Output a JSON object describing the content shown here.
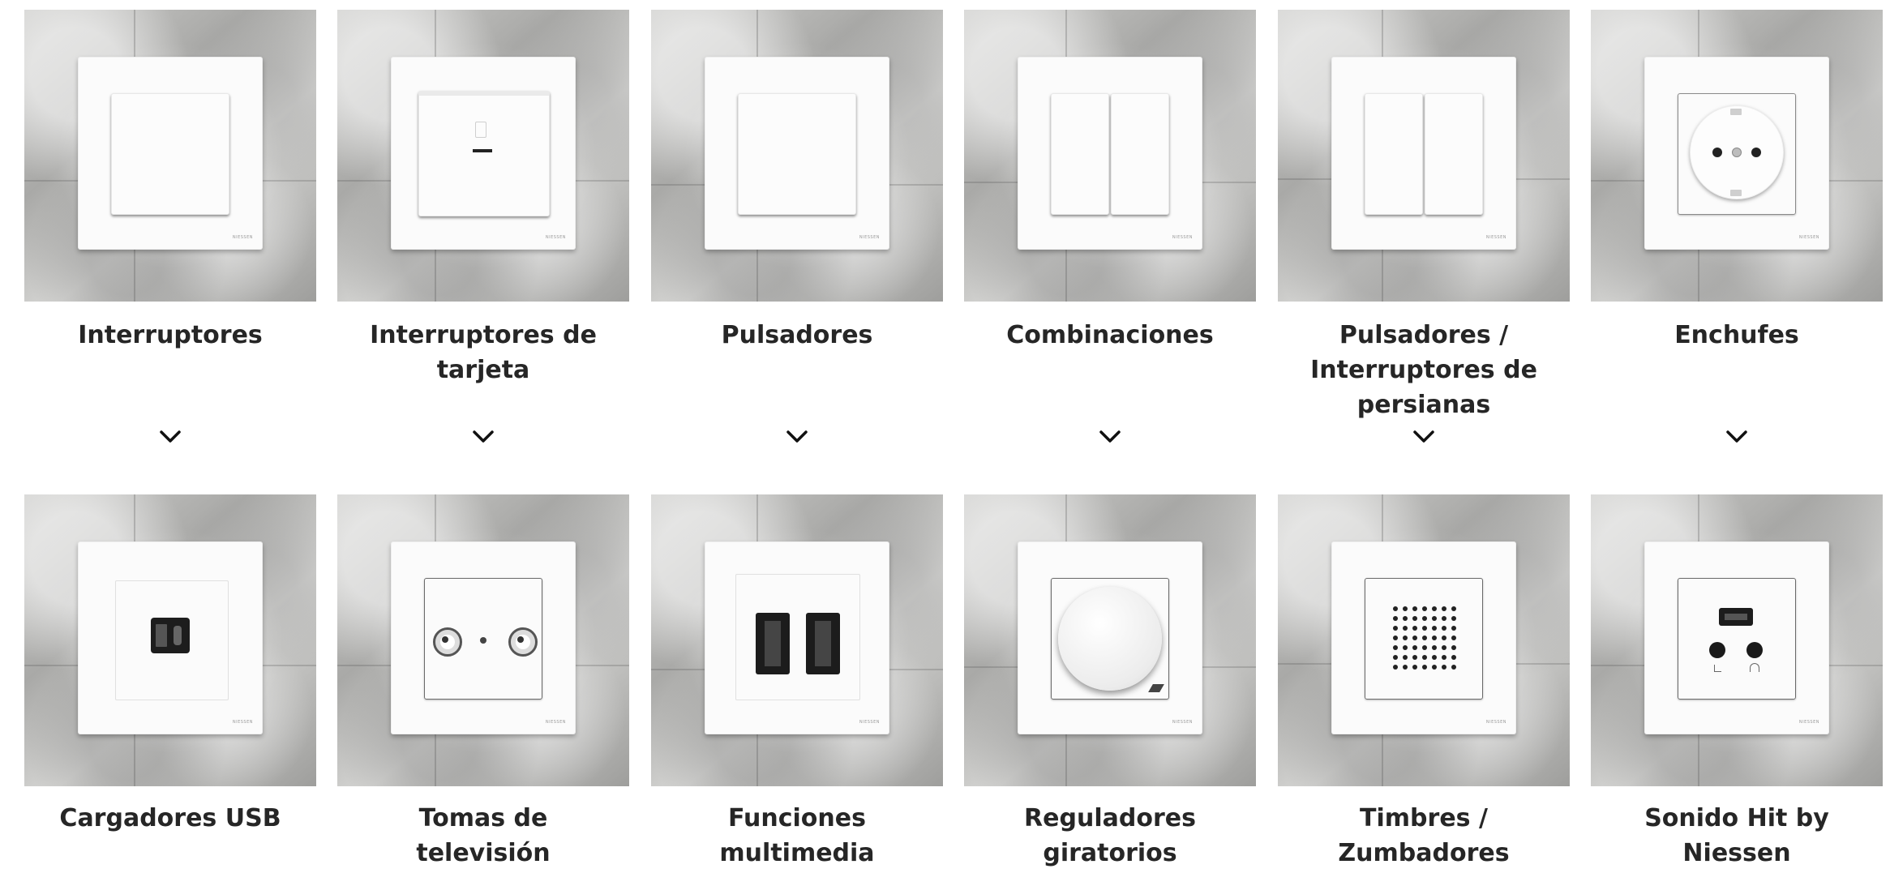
{
  "colors": {
    "title": "#262626",
    "chevron": "#111111",
    "plate": "#fbfbfb"
  },
  "row1": [
    {
      "label": "Interruptores",
      "image": "single-rocker-switch",
      "icon": "chevron-down-icon"
    },
    {
      "label": "Interruptores de\ntarjeta",
      "image": "keycard-switch",
      "icon": "chevron-down-icon"
    },
    {
      "label": "Pulsadores",
      "image": "single-push-button",
      "icon": "chevron-down-icon"
    },
    {
      "label": "Combinaciones",
      "image": "double-rocker-switch",
      "icon": "chevron-down-icon"
    },
    {
      "label": "Pulsadores /\nInterruptores de\npersianas",
      "image": "double-blind-switch",
      "icon": "chevron-down-icon"
    },
    {
      "label": "Enchufes",
      "image": "schuko-socket",
      "icon": "chevron-down-icon"
    }
  ],
  "row2": [
    {
      "label": "Cargadores USB",
      "image": "usb-charger"
    },
    {
      "label": "Tomas de\ntelevisión",
      "image": "tv-socket"
    },
    {
      "label": "Funciones\nmultimedia",
      "image": "hdmi-socket"
    },
    {
      "label": "Reguladores\ngiratorios",
      "image": "rotary-dimmer"
    },
    {
      "label": "Timbres /\nZumbadores",
      "image": "buzzer"
    },
    {
      "label": "Sonido Hit by\nNiessen",
      "image": "audio-socket"
    }
  ]
}
